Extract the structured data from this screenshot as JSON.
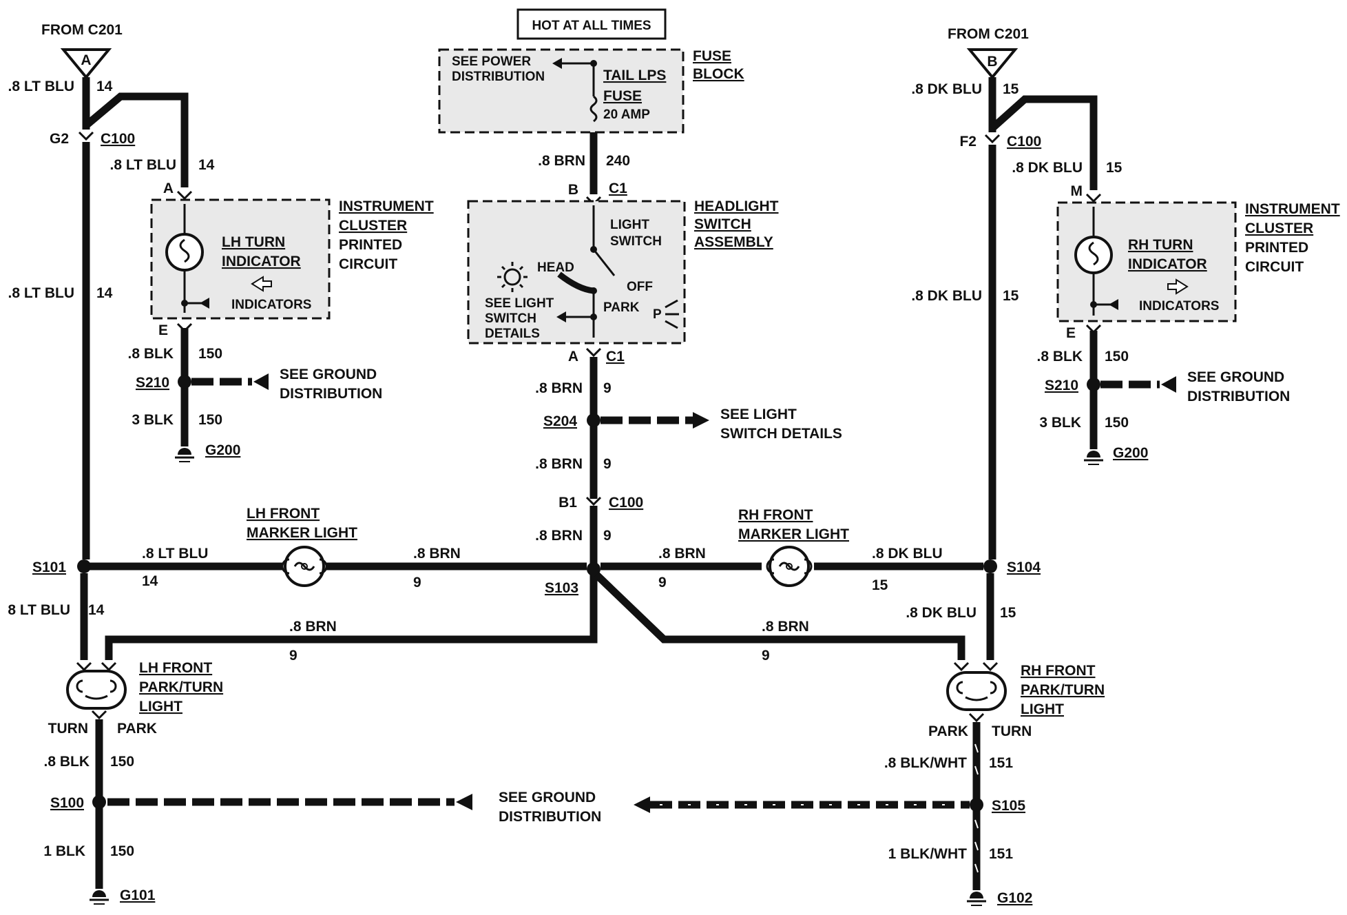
{
  "labels": {
    "hot": "HOT AT ALL TIMES",
    "from_a": "FROM C201",
    "conn_a": "A",
    "from_b": "FROM C201",
    "conn_b": "B",
    "see_power": "SEE POWER",
    "distribution": "DISTRIBUTION",
    "tail_lps": "TAIL LPS",
    "fuse": "FUSE",
    "amp": "20 AMP",
    "fuse_block_1": "FUSE",
    "fuse_block_2": "BLOCK",
    "headlight_1": "HEADLIGHT",
    "headlight_2": "SWITCH",
    "headlight_3": "ASSEMBLY",
    "light_1": "LIGHT",
    "light_2": "SWITCH",
    "head": "HEAD",
    "off": "OFF",
    "park": "PARK",
    "park_p": "P",
    "see_ls_1": "SEE LIGHT",
    "see_ls_2": "SWITCH",
    "see_ls_3": "DETAILS",
    "see_ls_right_1": "SEE LIGHT",
    "see_ls_right_2": "SWITCH DETAILS",
    "ic_left_1": "INSTRUMENT",
    "ic_left_2": "CLUSTER",
    "ic_left_3": "PRINTED",
    "ic_left_4": "CIRCUIT",
    "ic_right_1": "INSTRUMENT",
    "ic_right_2": "CLUSTER",
    "ic_right_3": "PRINTED",
    "ic_right_4": "CIRCUIT",
    "lh_turn_1": "LH TURN",
    "lh_turn_2": "INDICATOR",
    "rh_turn_1": "RH TURN",
    "rh_turn_2": "INDICATOR",
    "indicators": "INDICATORS",
    "see_ground": "SEE GROUND",
    "ground_dist": "DISTRIBUTION",
    "lh_marker_1": "LH FRONT",
    "lh_marker_2": "MARKER LIGHT",
    "rh_marker_1": "RH FRONT",
    "rh_marker_2": "MARKER LIGHT",
    "lh_pt_1": "LH FRONT",
    "lh_pt_2": "PARK/TURN",
    "lh_pt_3": "LIGHT",
    "rh_pt_1": "RH FRONT",
    "rh_pt_2": "PARK/TURN",
    "rh_pt_3": "LIGHT",
    "turn": "TURN",
    "park_lbl": "PARK"
  },
  "connectors": {
    "g2": "G2",
    "c100": "C100",
    "a": "A",
    "e": "E",
    "b": "B",
    "c1": "C1",
    "b1": "B1",
    "f2": "F2",
    "m": "M"
  },
  "splices": {
    "s210": "S210",
    "s204": "S204",
    "s101": "S101",
    "s103": "S103",
    "s104": "S104",
    "s100": "S100",
    "s105": "S105"
  },
  "grounds": {
    "g200": "G200",
    "g101": "G101",
    "g102": "G102"
  },
  "wires": {
    "lt_blu": ".8 LT BLU",
    "lt_blu_cut": "8 LT BLU",
    "ckt14": "14",
    "dk_blu": ".8 DK BLU",
    "ckt15": "15",
    "brn": ".8 BRN",
    "ckt240": "240",
    "ckt9": "9",
    "blk": ".8 BLK",
    "blk3": "3 BLK",
    "blk1": "1 BLK",
    "ckt150": "150",
    "blkwht": ".8 BLK/WHT",
    "blkwht1": "1 BLK/WHT",
    "ckt151": "151"
  }
}
